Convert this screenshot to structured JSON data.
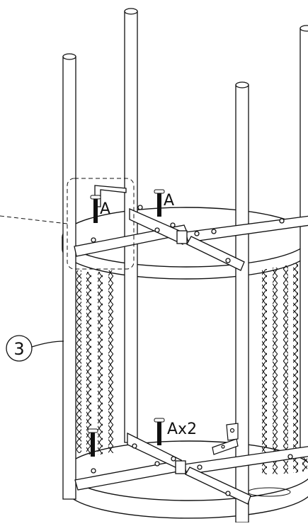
{
  "labels": {
    "part_number": "3",
    "screw_a_left": "A",
    "screw_a_right": "A",
    "screw_a_bottom": "Ax2"
  },
  "colors": {
    "line": "#111111",
    "background": "#ffffff",
    "screw": "#111111"
  },
  "icons": {
    "allen_key": "allen-key-icon",
    "screw": "screw-icon",
    "cable_coil": "cable-coil-icon"
  }
}
